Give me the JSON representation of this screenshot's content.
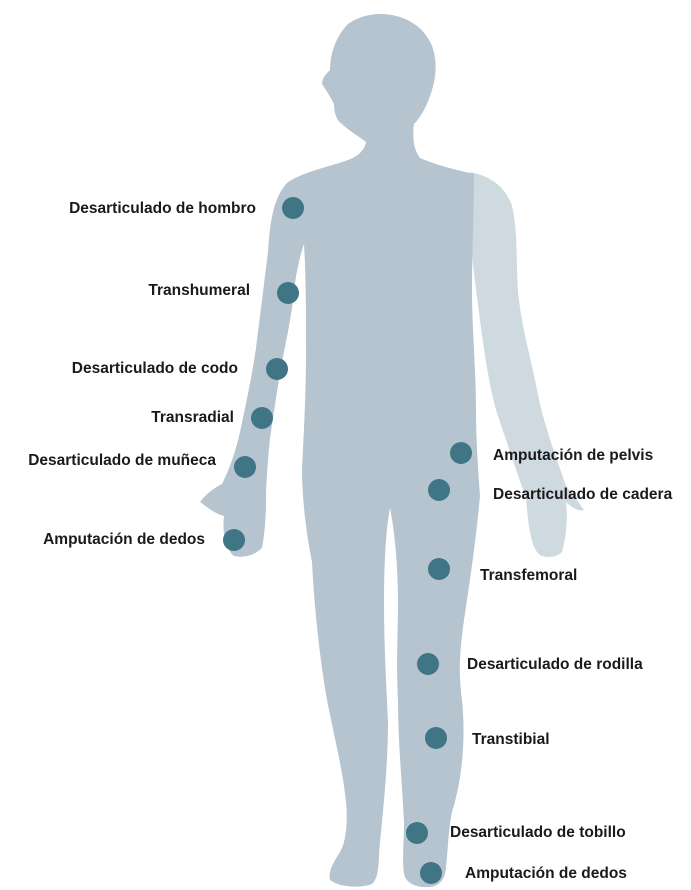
{
  "colors": {
    "body": "#b6c4cf",
    "far_arm": "#cfd9e0",
    "marker": "#3f7585",
    "text": "#1a1a1a"
  },
  "labels": {
    "shoulder": "Desarticulado de hombro",
    "transhumeral": "Transhumeral",
    "elbow": "Desarticulado de codo",
    "transradial": "Transradial",
    "wrist": "Desarticulado de muñeca",
    "fingers": "Amputación de dedos",
    "pelvis": "Amputación de pelvis",
    "hip": "Desarticulado de cadera",
    "transfemoral": "Transfemoral",
    "knee": "Desarticulado de rodilla",
    "transtibial": "Transtibial",
    "ankle": "Desarticulado de tobillo",
    "toes": "Amputación de dedos"
  }
}
